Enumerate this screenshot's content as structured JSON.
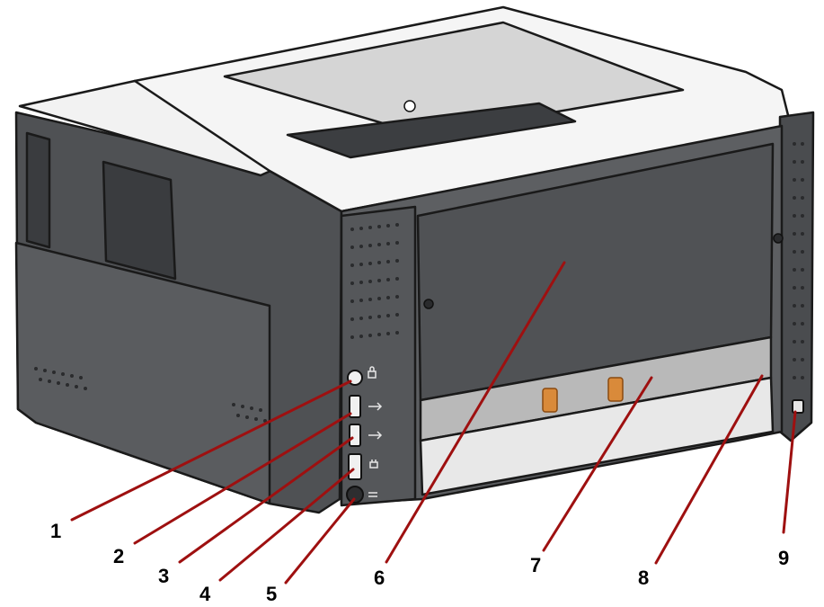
{
  "callouts": [
    {
      "label": "1"
    },
    {
      "label": "2"
    },
    {
      "label": "3"
    },
    {
      "label": "4"
    },
    {
      "label": "5"
    },
    {
      "label": "6"
    },
    {
      "label": "7"
    },
    {
      "label": "8"
    },
    {
      "label": "9"
    }
  ],
  "colors": {
    "leader": "#9e1010",
    "body_dark": "#4a4c4f",
    "body_mid": "#5b5d60",
    "body_light": "#6e7073",
    "top_shell": "#f4f4f4",
    "outline": "#1a1a1a",
    "roller": "#d98a3a"
  },
  "icons": [
    "lock-icon",
    "usb-icon",
    "usb-superspeed-icon",
    "ethernet-icon",
    "power-icon",
    "security-slot-icon"
  ]
}
